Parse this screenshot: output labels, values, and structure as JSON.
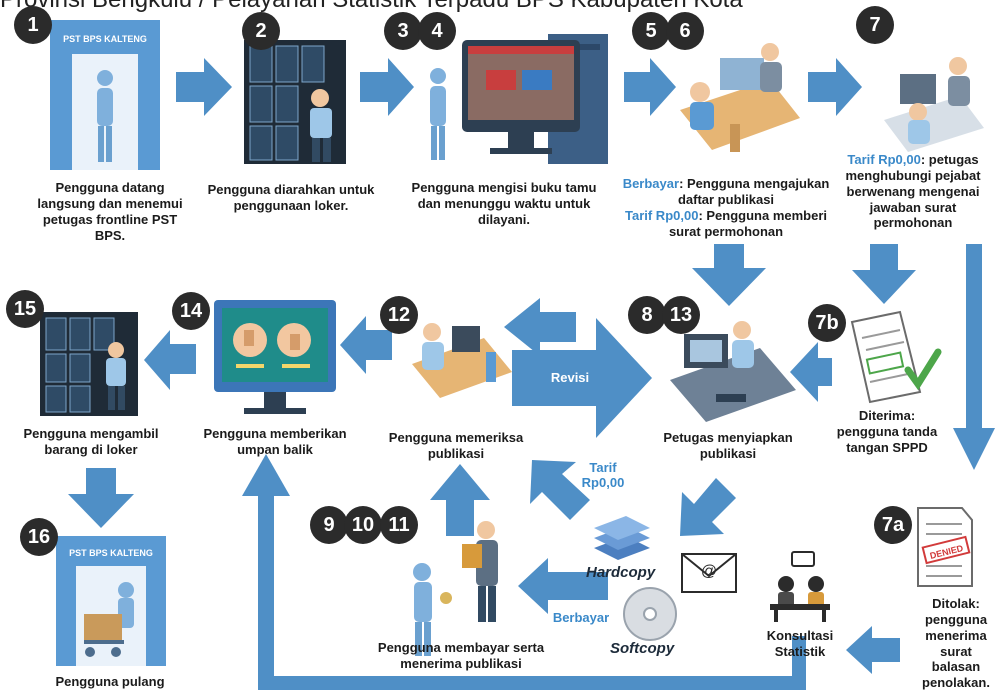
{
  "title": "Provinsi Bengkulu / Pelayanan Statistik Terpadu BPS Kabupaten Kota",
  "colors": {
    "arrow": "#4f8fc6",
    "badge": "#2b2b2b",
    "highlight": "#3a89c9",
    "navy": "#1d2b3a"
  },
  "steps": {
    "s1": {
      "badge": "1",
      "caption": "Pengguna datang langsung dan menemui petugas frontline PST BPS.",
      "sign": "PST BPS KALTENG"
    },
    "s2": {
      "badge": "2",
      "caption": "Pengguna diarahkan untuk penggunaan loker."
    },
    "s3": {
      "badge": "3"
    },
    "s4": {
      "badge": "4",
      "caption": "Pengguna mengisi buku tamu dan menunggu waktu untuk dilayani."
    },
    "s5": {
      "badge": "5"
    },
    "s6": {
      "badge": "6",
      "hl1": "Berbayar",
      "text1": ": Pengguna mengajukan daftar publikasi",
      "hl2": "Tarif Rp0,00",
      "text2": ": Pengguna memberi surat permohonan"
    },
    "s7": {
      "badge": "7",
      "hl": "Tarif Rp0,00",
      "text": ": petugas menghubungi pejabat berwenang mengenai jawaban surat permohonan"
    },
    "s7b": {
      "badge": "7b",
      "caption": "Diterima: pengguna tanda tangan SPPD"
    },
    "s7a": {
      "badge": "7a",
      "caption": "Ditolak: pengguna menerima surat balasan penolakan.",
      "stamp": "DENIED"
    },
    "s8": {
      "badge": "8"
    },
    "s13": {
      "badge": "13",
      "caption": "Petugas menyiapkan publikasi"
    },
    "s12": {
      "badge": "12",
      "caption": "Pengguna memeriksa publikasi"
    },
    "s14": {
      "badge": "14",
      "caption": "Pengguna memberikan umpan balik"
    },
    "s15": {
      "badge": "15",
      "caption": "Pengguna mengambil barang di loker"
    },
    "s16": {
      "badge": "16",
      "caption": "Pengguna pulang",
      "sign": "PST BPS KALTENG"
    },
    "s9": {
      "badge": "9"
    },
    "s10": {
      "badge": "10"
    },
    "s11": {
      "badge": "11",
      "caption": "Pengguna membayar serta menerima publikasi"
    },
    "konsultasi": {
      "caption": "Konsultasi Statistik"
    }
  },
  "labels": {
    "revisi": "Revisi",
    "tarif": "Tarif Rp0,00",
    "berbayar": "Berbayar",
    "hardcopy": "Hardcopy",
    "softcopy": "Softcopy"
  }
}
